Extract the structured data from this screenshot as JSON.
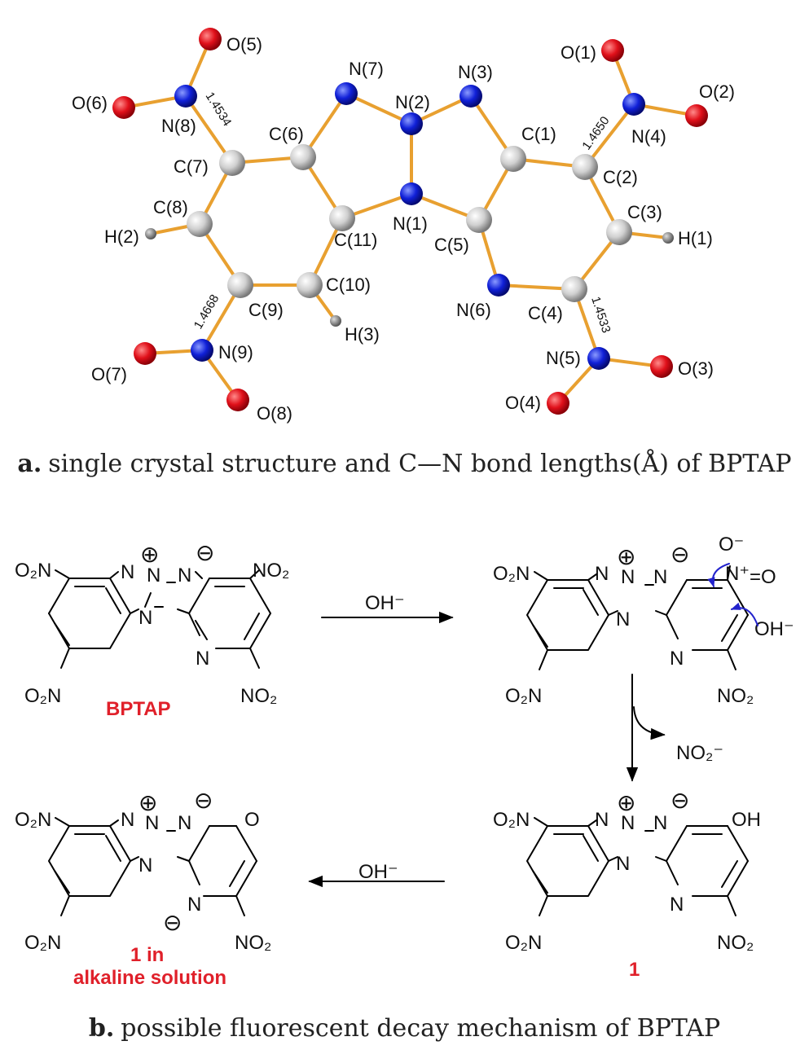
{
  "panel_a": {
    "atoms": {
      "O1": "O(1)",
      "O2": "O(2)",
      "O3": "O(3)",
      "O4": "O(4)",
      "O5": "O(5)",
      "O6": "O(6)",
      "O7": "O(7)",
      "O8": "O(8)",
      "N1": "N(1)",
      "N2": "N(2)",
      "N3": "N(3)",
      "N4": "N(4)",
      "N5": "N(5)",
      "N6": "N(6)",
      "N7": "N(7)",
      "N8": "N(8)",
      "N9": "N(9)",
      "C1": "C(1)",
      "C2": "C(2)",
      "C3": "C(3)",
      "C4": "C(4)",
      "C5": "C(5)",
      "C6": "C(6)",
      "C7": "C(7)",
      "C8": "C(8)",
      "C9": "C(9)",
      "C10": "C(10)",
      "C11": "C(11)",
      "H1": "H(1)",
      "H2": "H(2)",
      "H3": "H(3)"
    },
    "bond_lengths": {
      "C7_N8": "1.4534",
      "C2_N4": "1.4650",
      "C9_N9": "1.4668",
      "C4_N5": "1.4533"
    },
    "caption_letter": "a.",
    "caption_text": "single crystal structure and C—N bond lengths(Å) of BPTAP"
  },
  "panel_b": {
    "labels": {
      "o2n": "O₂N",
      "no2": "NO₂",
      "n": "N",
      "oplus": "⊕",
      "ominus": "⊖",
      "oh_reagent": "OH⁻",
      "nitrite": "NO₂⁻",
      "oh": "OH",
      "o": "O",
      "o_minus": "O⁻",
      "n_plus": "N⁺",
      "eq_o": "=O"
    },
    "compound_bptap": "BPTAP",
    "compound_1": "1",
    "compound_1_alkaline_line1": "1 in",
    "compound_1_alkaline_line2": "alkaline solution",
    "caption_letter": "b.",
    "caption_text": "possible fluorescent decay mechanism of BPTAP"
  },
  "colors": {
    "oxygen": "#e0101a",
    "nitrogen": "#1020d8",
    "carbon": "#c8c8c8",
    "bond": "#e8a030",
    "highlight_red": "#e0202a",
    "arrow_blue": "#2222cc"
  }
}
